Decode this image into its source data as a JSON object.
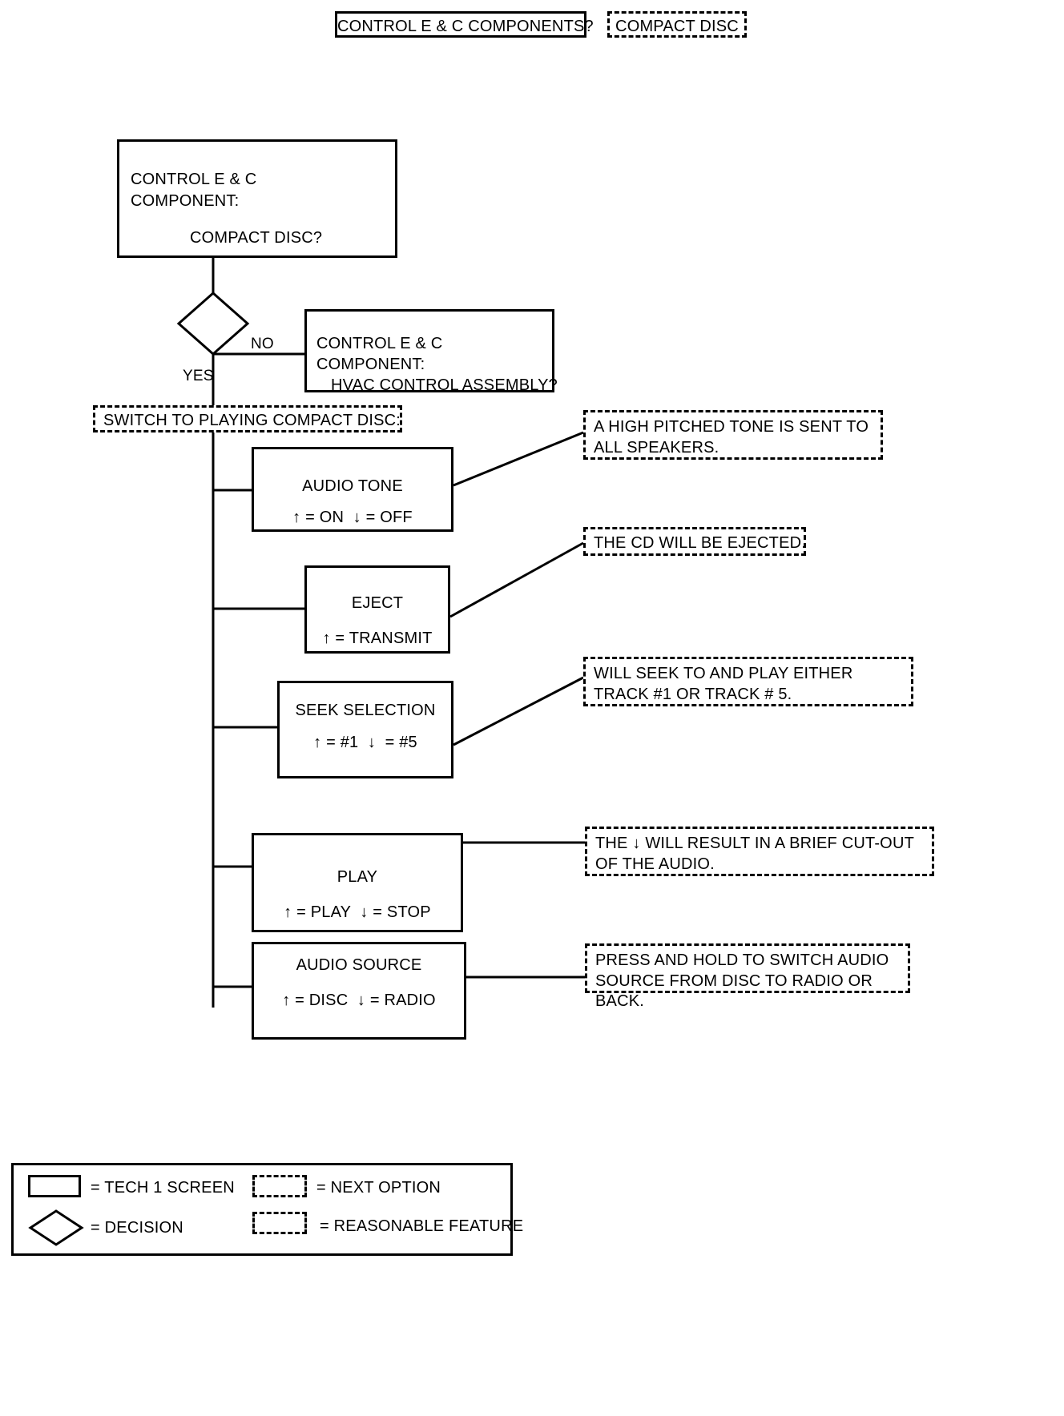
{
  "title_bar": {
    "question_box": "CONTROL E & C COMPONENTS?",
    "next_option_box": "COMPACT DISC"
  },
  "flow": {
    "start_box": {
      "line1": "CONTROL E & C",
      "line2": "COMPONENT:",
      "line3": "COMPACT DISC?"
    },
    "decision": {
      "label_no": "NO",
      "label_yes": "YES"
    },
    "no_branch_box": {
      "line1": "CONTROL E & C",
      "line2": "COMPONENT:",
      "line3": "HVAC CONTROL ASSEMBLY?"
    },
    "switch_banner": "SWITCH TO PLAYING COMPACT DISC:",
    "options": [
      {
        "name": "AUDIO TONE",
        "controls": "↑ = ON  ↓ = OFF",
        "note": "A HIGH PITCHED TONE IS SENT TO ALL SPEAKERS."
      },
      {
        "name": "EJECT",
        "controls": "↑ = TRANSMIT",
        "note": "THE CD WILL BE EJECTED."
      },
      {
        "name": "SEEK SELECTION",
        "controls": "↑ = #1  ↓  = #5",
        "note": "WILL SEEK TO AND PLAY EITHER TRACK #1 OR TRACK # 5."
      },
      {
        "name": "PLAY",
        "controls": "↑ = PLAY  ↓ = STOP",
        "note": "THE ↓ WILL RESULT IN A BRIEF CUT-OUT OF THE AUDIO."
      },
      {
        "name": "AUDIO SOURCE",
        "controls": "↑ = DISC  ↓ = RADIO",
        "note": "PRESS AND HOLD TO SWITCH AUDIO SOURCE FROM DISC TO RADIO OR BACK."
      }
    ]
  },
  "legend": {
    "tech1": "= TECH 1 SCREEN",
    "next_option": "= NEXT OPTION",
    "decision": "= DECISION",
    "reasonable_feature": "= REASONABLE FEATURE"
  },
  "colors": {
    "ink": "#000000",
    "paper": "#ffffff"
  }
}
